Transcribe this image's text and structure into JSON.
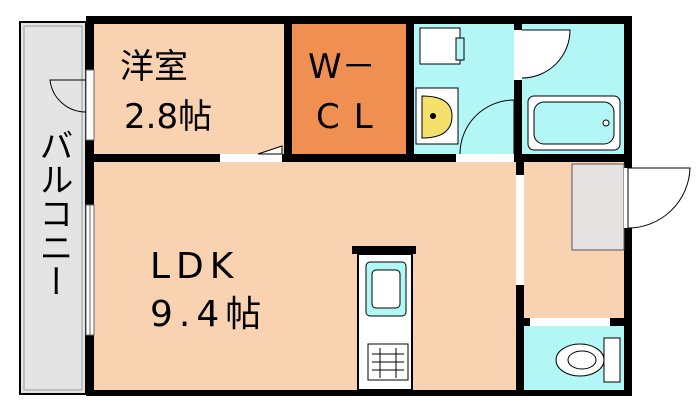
{
  "rooms": {
    "western_room": {
      "name": "洋室",
      "size": "2.8帖"
    },
    "walk_in_closet": {
      "line1": "W－",
      "line2": "CL"
    },
    "ldk": {
      "name": "LDK",
      "size": "9.4帖"
    },
    "balcony": {
      "name": "バルコニー"
    }
  },
  "colors": {
    "room_floor": "#f9d2b2",
    "closet_floor": "#ef9052",
    "water_area": "#b2f6f6",
    "balcony_floor": "#e4e4e4",
    "entrance_floor": "#f9d2b2",
    "wall": "#000000"
  }
}
